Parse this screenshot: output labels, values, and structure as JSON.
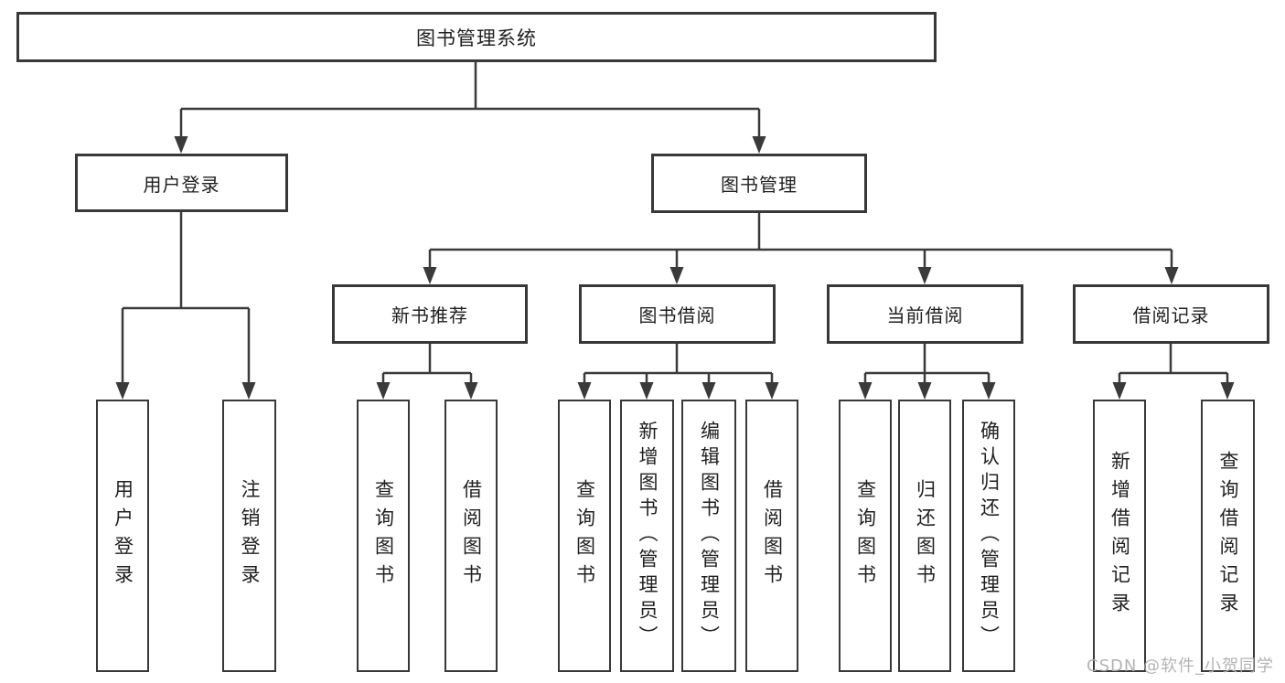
{
  "title": "图书管理系统",
  "level2": [
    "用户登录",
    "图书管理"
  ],
  "level3": [
    "新书推荐",
    "图书借阅",
    "当前借阅",
    "借阅记录"
  ],
  "leaves": {
    "login": [
      "用户登录",
      "注销登录"
    ],
    "recommend": [
      "查询图书",
      "借阅图书"
    ],
    "borrow": [
      "查询图书",
      "新增图书（管理员）",
      "编辑图书（管理员）",
      "借阅图书"
    ],
    "current": [
      "查询图书",
      "归还图书",
      "确认归还（管理员）"
    ],
    "records": [
      "新增借阅记录",
      "查询借阅记录"
    ]
  },
  "watermark": "CSDN @软件_小贺同学",
  "colors": {
    "line": "#3a3a3a",
    "box_border": "#383838",
    "text": "#1f1f1f",
    "watermark": "#b0b0b0",
    "background": "#ffffff"
  }
}
